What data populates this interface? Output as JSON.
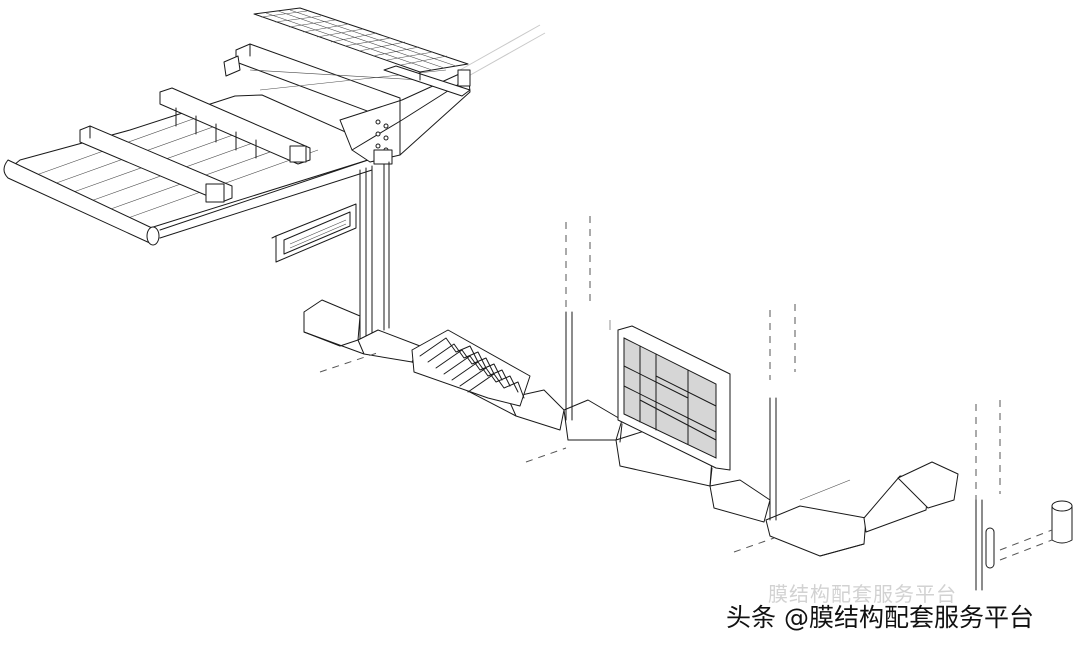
{
  "watermark": {
    "ghost_text": "膜结构配套服务平台",
    "text": "头条 @膜结构配套服务平台"
  },
  "drawing": {
    "style": "axonometric line drawing",
    "elements": [
      "canopy-roof",
      "solar-panel-grid",
      "support-column",
      "sign-panel",
      "bench",
      "info-board",
      "curb-platform",
      "bollard"
    ]
  }
}
